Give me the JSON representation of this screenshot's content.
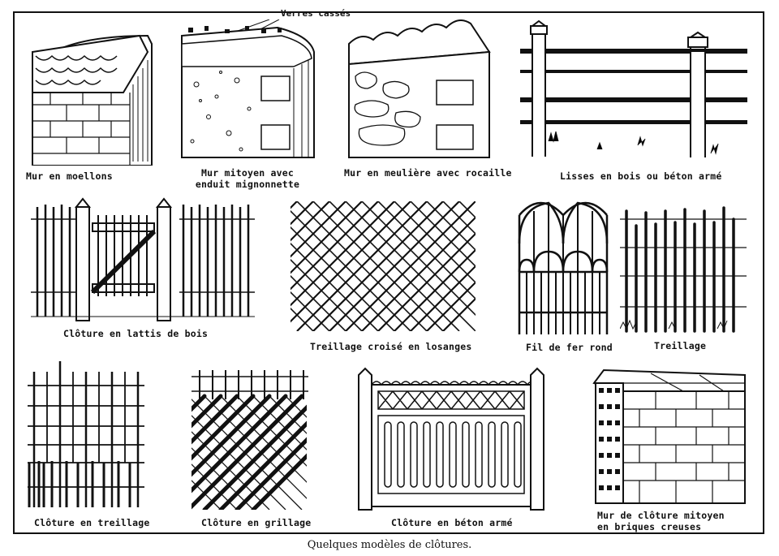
{
  "figures": [
    {
      "id": "mur-moellons",
      "label": "Mur en moellons"
    },
    {
      "id": "mur-mitoyen",
      "label": "Mur mitoyen avec enduit mignonnette"
    },
    {
      "id": "mur-meuliere",
      "label": "Mur en meulière avec rocaille"
    },
    {
      "id": "lisses",
      "label": "Lisses en bois ou béton armé"
    },
    {
      "id": "lattis",
      "label": "Clôture en lattis de bois"
    },
    {
      "id": "treillage-croise",
      "label": "Treillage croisé en losanges"
    },
    {
      "id": "fil-fer",
      "label": "Fil de fer rond"
    },
    {
      "id": "treillage",
      "label": "Treillage"
    },
    {
      "id": "cloture-treillage",
      "label": "Clôture en treillage"
    },
    {
      "id": "cloture-grillage",
      "label": "Clôture en grillage"
    },
    {
      "id": "cloture-beton",
      "label": "Clôture en béton armé"
    },
    {
      "id": "mur-briques",
      "label": "Mur de clôture mitoyen en briques creuses"
    }
  ],
  "annotation": "Verres cassés",
  "caption": "Quelques modèles de clôtures."
}
